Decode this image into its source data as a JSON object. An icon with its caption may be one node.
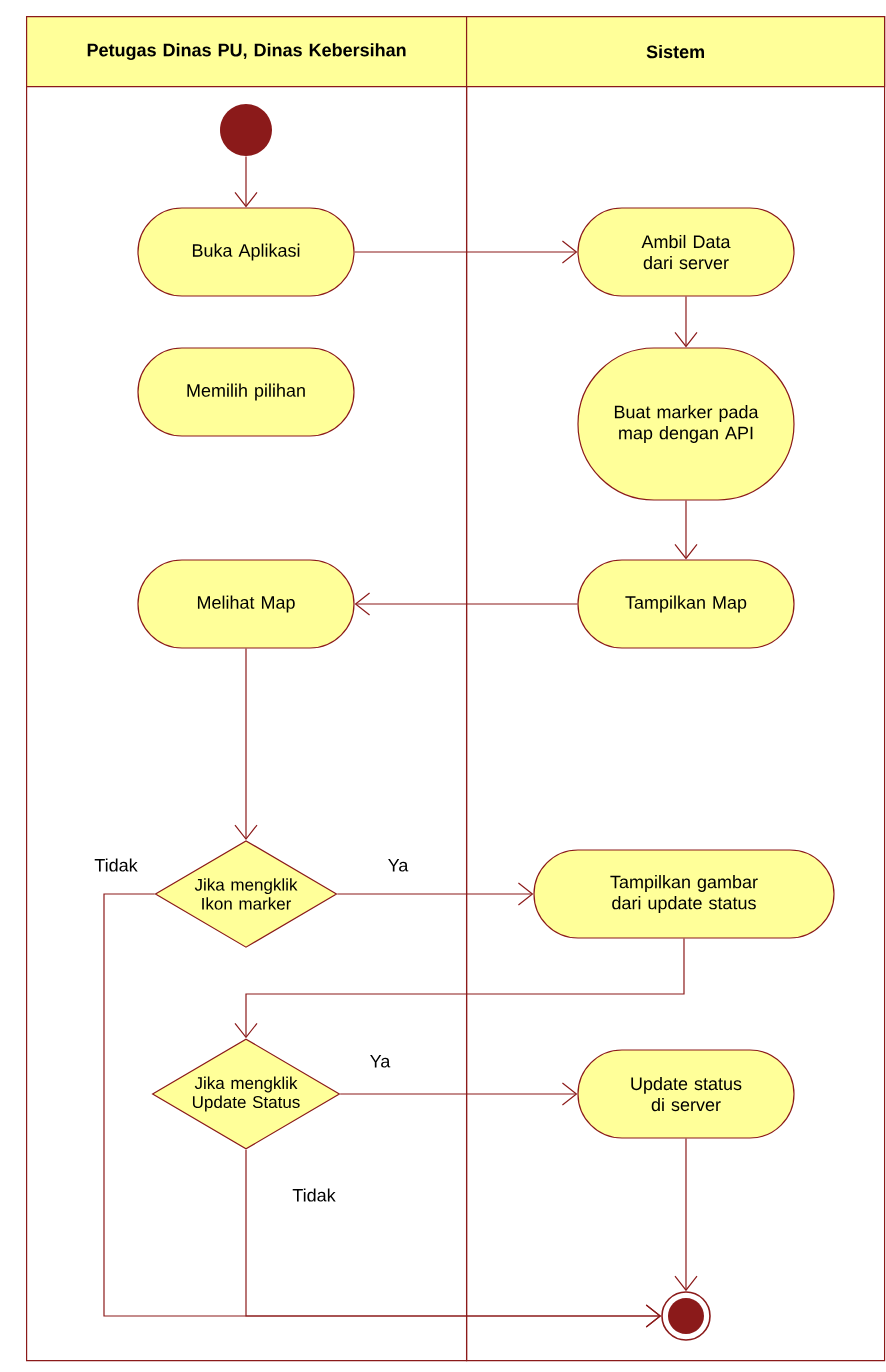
{
  "diagram": {
    "nodes": [
      {
        "text": [
          "Petugas Dinas PU, Dinas Kebersihan"
        ]
      },
      {
        "text": [
          "Sistem"
        ]
      },
      {
        "text": [],
        "shape": "circle",
        "in": 0
      },
      {
        "text": [
          "Buka Aplikasi"
        ],
        "in": 0
      },
      {
        "text": [
          "Ambil Data dari server"
        ],
        "in": 1
      },
      {
        "text": [
          "Memilih pilihan"
        ],
        "in": 0
      },
      {
        "text": [
          "Buat marker pada map dengan API"
        ],
        "in": 1
      },
      {
        "text": [
          "Melihat Map"
        ],
        "in": 0
      },
      {
        "text": [
          "Tampilkan Map"
        ],
        "in": 1
      },
      {
        "text": [
          "Jika mengklik Ikon marker"
        ],
        "in": 0
      },
      {
        "text": [
          "Tampilkan gambar dari update status"
        ],
        "in": 1
      },
      {
        "text": [
          "Jika mengklik Update Status"
        ],
        "in": 0
      },
      {
        "text": [
          "Update status di server"
        ],
        "in": 1
      },
      {
        "text": [],
        "shape": "circle",
        "in": 1
      }
    ],
    "edges": [
      {
        "from": 2,
        "to": 3,
        "arrow": "to"
      },
      {
        "from": 3,
        "to": 4,
        "arrow": "to"
      },
      {
        "from": 4,
        "to": 6,
        "arrow": "to"
      },
      {
        "from": 6,
        "to": 8,
        "arrow": "to"
      },
      {
        "from": 8,
        "to": 7,
        "arrow": "to"
      },
      {
        "from": 7,
        "to": 9,
        "arrow": "to"
      },
      {
        "from": 9,
        "to": 10,
        "arrow": "to",
        "label": "Ya"
      },
      {
        "from": 9,
        "to": 13,
        "arrow": "to",
        "label": "Tidak"
      },
      {
        "from": 10,
        "to": 11,
        "arrow": "to"
      },
      {
        "from": 11,
        "to": 12,
        "arrow": "to",
        "label": "Ya"
      },
      {
        "from": 11,
        "to": 13,
        "arrow": "to",
        "label": "Tidak"
      },
      {
        "from": 12,
        "to": 13,
        "arrow": "to"
      }
    ]
  }
}
